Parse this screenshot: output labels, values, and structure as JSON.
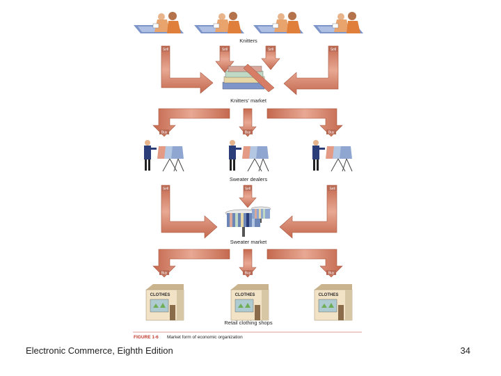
{
  "figure": {
    "number": "FIGURE 1-6",
    "caption": "Market form of economic organization",
    "labels": {
      "knitters": "Knitters",
      "knitters_market": "Knitters' market",
      "sweater_dealers": "Sweater dealers",
      "sweater_market": "Sweater market",
      "retail_shops": "Retail clothing shops"
    },
    "arrow_tags": {
      "sell": "Sell",
      "buy": "Buy"
    },
    "shop_sign": "CLOTHES"
  },
  "colors": {
    "arrow_fill": "#d98a73",
    "arrow_edge": "#a8553f",
    "tag_fill": "#b96a55",
    "desk": "#7d95c9",
    "shop_wall": "#f2e3c7",
    "shop_roof": "#c9b48e"
  },
  "footer": {
    "left": "Electronic Commerce, Eighth Edition",
    "page": "34"
  }
}
